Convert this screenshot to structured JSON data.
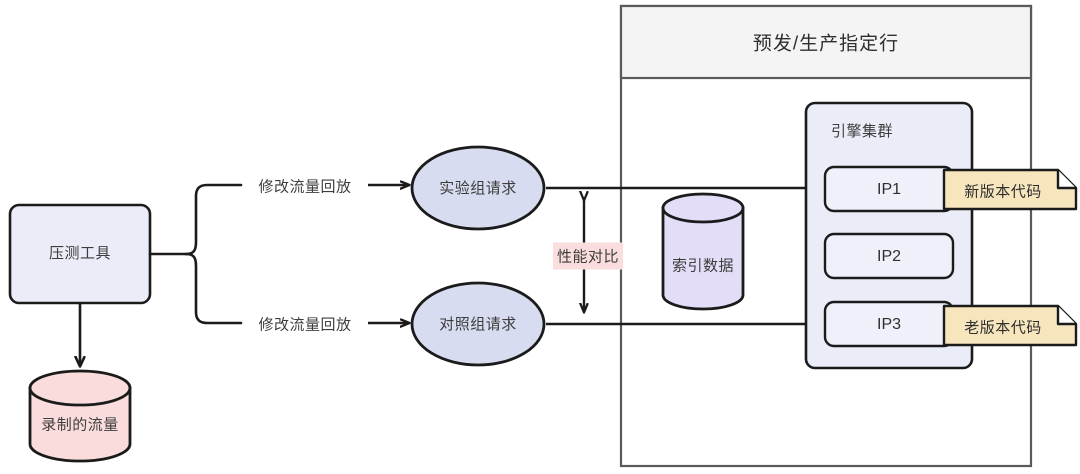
{
  "diagram": {
    "title_region": {
      "header_label": "预发/生产指定行"
    },
    "source_box": {
      "label": "压测工具"
    },
    "recorded_cylinder": {
      "label": "录制的流量"
    },
    "branch_edges": [
      {
        "label": "修改流量回放"
      },
      {
        "label": "修改流量回放"
      }
    ],
    "request_nodes": [
      {
        "label": "实验组请求"
      },
      {
        "label": "对照组请求"
      }
    ],
    "comparison": {
      "label": "性能对比",
      "highlight_color": "#fadddd"
    },
    "index_cylinder": {
      "label": "索引数据"
    },
    "engine_cluster": {
      "title": "引擎集群",
      "nodes": [
        {
          "label": "IP1"
        },
        {
          "label": "IP2"
        },
        {
          "label": "IP3"
        }
      ]
    },
    "notes": [
      {
        "label": "新版本代码"
      },
      {
        "label": "老版本代码"
      }
    ],
    "colors": {
      "node_fill": "#eaecf7",
      "ellipse_fill": "#d8dcf0",
      "cylinder_index_fill": "#e4ddf8",
      "cylinder_recorded_fill": "#fadcdc",
      "note_fill": "#f7e6bd",
      "header_fill": "#f4f4f4",
      "stroke": "#1b1b1b",
      "container_stroke": "#5a5a5a"
    }
  }
}
